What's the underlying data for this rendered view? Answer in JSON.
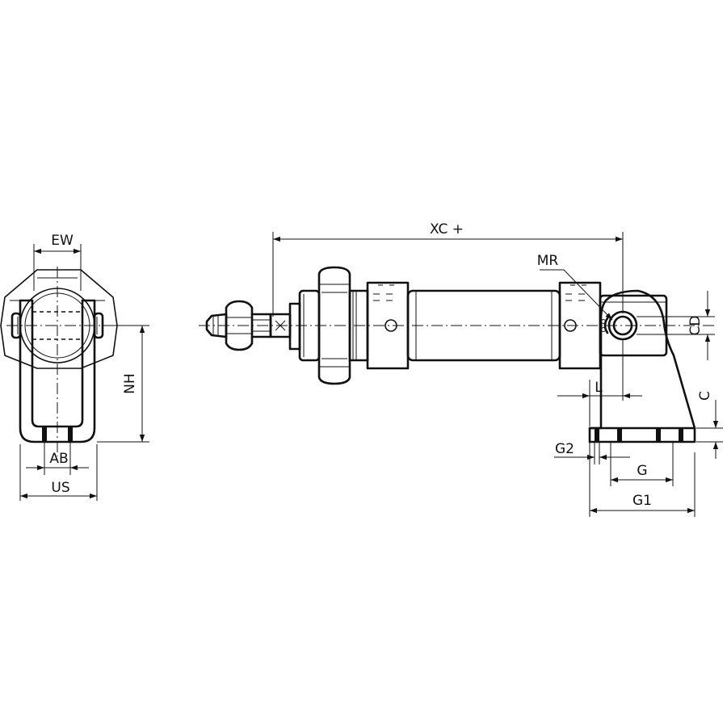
{
  "dimensions": {
    "ew": "EW",
    "nh": "NH",
    "ab": "AB",
    "us": "US",
    "xc": "XC +",
    "mr": "MR",
    "cd": "CD",
    "l": "L",
    "c": "C",
    "g2": "G2",
    "g": "G",
    "g1": "G1"
  },
  "colors": {
    "line": "#111111",
    "background": "#ffffff"
  }
}
